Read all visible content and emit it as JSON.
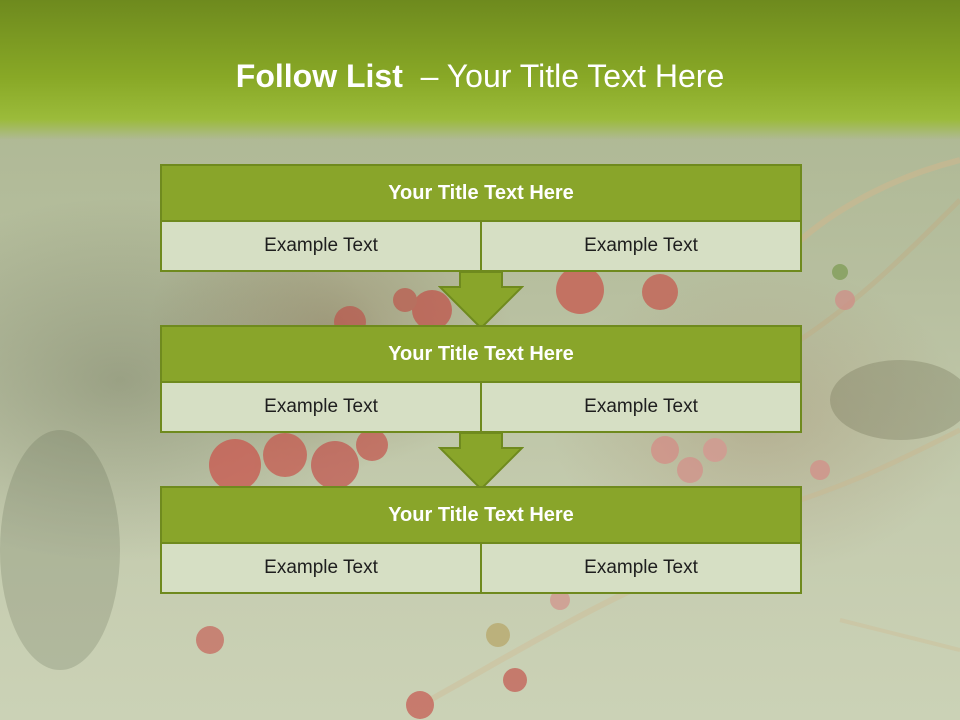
{
  "slide": {
    "title_bold": "Follow List",
    "title_rest": "  – Your Title Text Here"
  },
  "blocks": [
    {
      "title": "Your Title Text Here",
      "cells": [
        "Example Text",
        "Example Text"
      ]
    },
    {
      "title": "Your Title Text Here",
      "cells": [
        "Example Text",
        "Example Text"
      ]
    },
    {
      "title": "Your Title Text Here",
      "cells": [
        "Example Text",
        "Example Text"
      ]
    }
  ],
  "colors": {
    "header_green": "#88a826",
    "block_title": "#89a52a",
    "cell_fill": "#d6dfc4",
    "border": "#6f8a1e",
    "arrow": "#89a52a"
  }
}
